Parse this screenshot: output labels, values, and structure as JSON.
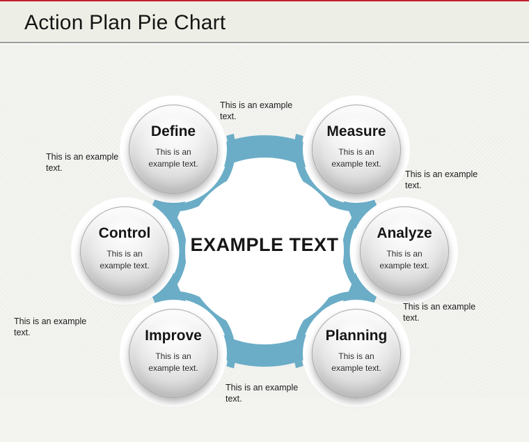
{
  "header": {
    "title": "Action Plan Pie Chart"
  },
  "center": {
    "label": "EXAMPLE TEXT"
  },
  "colors": {
    "top_line_red": "#c51f30",
    "header_bg": "#edefe6",
    "content_bg": "#f4f4f1",
    "ring_blue": "#6badc7",
    "sphere_gray": "#d6d6d6",
    "text_dark": "#1c1c1c"
  },
  "nodes": [
    {
      "id": "define",
      "label": "Define",
      "sublabel": "This is an example text."
    },
    {
      "id": "measure",
      "label": "Measure",
      "sublabel": "This is an example text."
    },
    {
      "id": "control",
      "label": "Control",
      "sublabel": "This is an example text."
    },
    {
      "id": "analyze",
      "label": "Analyze",
      "sublabel": "This is an example text."
    },
    {
      "id": "improve",
      "label": "Improve",
      "sublabel": "This is an example text."
    },
    {
      "id": "planning",
      "label": "Planning",
      "sublabel": "This is an example text."
    }
  ],
  "outer_labels": [
    {
      "position": "top",
      "text": "This is an example text."
    },
    {
      "position": "left-upper",
      "text": "This is an example text."
    },
    {
      "position": "right-upper",
      "text": "This is an example text."
    },
    {
      "position": "right-lower",
      "text": "This is an example text."
    },
    {
      "position": "left-lower",
      "text": "This is an example text."
    },
    {
      "position": "bottom",
      "text": "This is an example text."
    }
  ]
}
